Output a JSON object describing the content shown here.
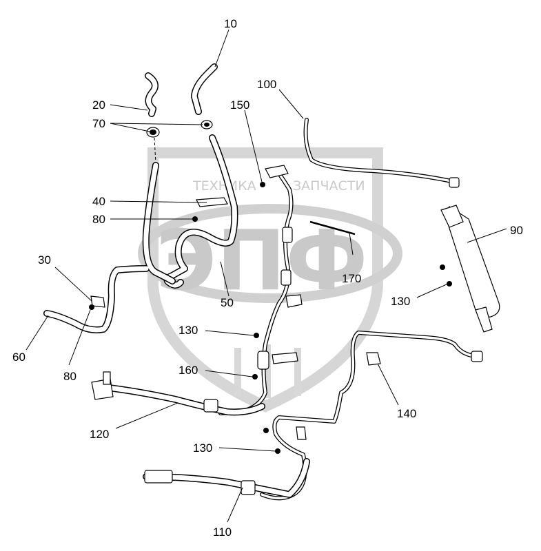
{
  "watermark": {
    "line1_left": "ТЕХНИКА",
    "line1_right": "ЗАПЧАСТИ",
    "letters": "ЭПФ"
  },
  "callouts": [
    {
      "id": "10",
      "text": "10"
    },
    {
      "id": "20",
      "text": "20"
    },
    {
      "id": "70",
      "text": "70"
    },
    {
      "id": "100",
      "text": "100"
    },
    {
      "id": "150",
      "text": "150"
    },
    {
      "id": "40",
      "text": "40"
    },
    {
      "id": "80a",
      "text": "80"
    },
    {
      "id": "90",
      "text": "90"
    },
    {
      "id": "30",
      "text": "30"
    },
    {
      "id": "170",
      "text": "170"
    },
    {
      "id": "130a",
      "text": "130"
    },
    {
      "id": "50",
      "text": "50"
    },
    {
      "id": "60",
      "text": "60"
    },
    {
      "id": "80b",
      "text": "80"
    },
    {
      "id": "130b",
      "text": "130"
    },
    {
      "id": "160",
      "text": "160"
    },
    {
      "id": "140",
      "text": "140"
    },
    {
      "id": "120",
      "text": "120"
    },
    {
      "id": "130c",
      "text": "130"
    },
    {
      "id": "110",
      "text": "110"
    }
  ]
}
